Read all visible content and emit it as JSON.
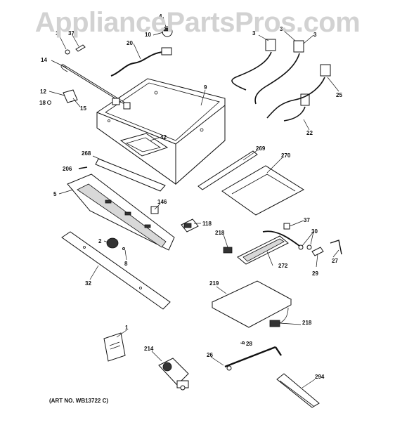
{
  "watermark": "AppliancePartsPros.com",
  "art_number": "(ART NO. WB13722 C)",
  "callouts": {
    "c4": "4",
    "c10": "10",
    "c1_top": "1",
    "c37_top": "37",
    "c20": "20",
    "c3_a": "3",
    "c3_b": "3",
    "c3_c": "3",
    "c14": "14",
    "c9": "9",
    "c25": "25",
    "c12": "12",
    "c18": "18",
    "c15": "15",
    "c42": "42",
    "c22": "22",
    "c268": "268",
    "c269": "269",
    "c270": "270",
    "c206": "206",
    "c5": "5",
    "c146": "146",
    "c118": "118",
    "c37_mid": "37",
    "c218_a": "218",
    "c30": "30",
    "c2": "2",
    "c8": "8",
    "c272": "272",
    "c29": "29",
    "c27": "27",
    "c32": "32",
    "c219": "219",
    "c218_b": "218",
    "c1_bot": "1",
    "c28": "28",
    "c214": "214",
    "c26": "26",
    "c294": "294"
  }
}
